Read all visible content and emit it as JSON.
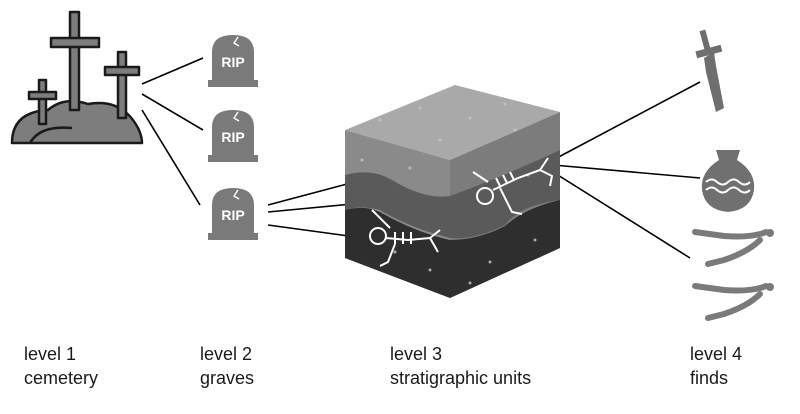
{
  "levels": [
    {
      "title": "level 1",
      "subtitle": "cemetery"
    },
    {
      "title": "level 2",
      "subtitle": "graves"
    },
    {
      "title": "level 3",
      "subtitle": "stratigraphic units"
    },
    {
      "title": "level 4",
      "subtitle": "finds"
    }
  ],
  "graves": [
    {
      "label": "RIP"
    },
    {
      "label": "RIP"
    },
    {
      "label": "RIP"
    }
  ],
  "icons": {
    "cemetery": "cemetery-crosses-icon",
    "grave": "tombstone-icon",
    "unit": "soil-cube-skeletons-icon",
    "find_1": "sword-icon",
    "find_2": "vase-icon",
    "find_3": "spurs-icon"
  },
  "colors": {
    "icon_fill": "#7a7a7a",
    "outline": "#1a1a1a",
    "line": "#000000"
  }
}
